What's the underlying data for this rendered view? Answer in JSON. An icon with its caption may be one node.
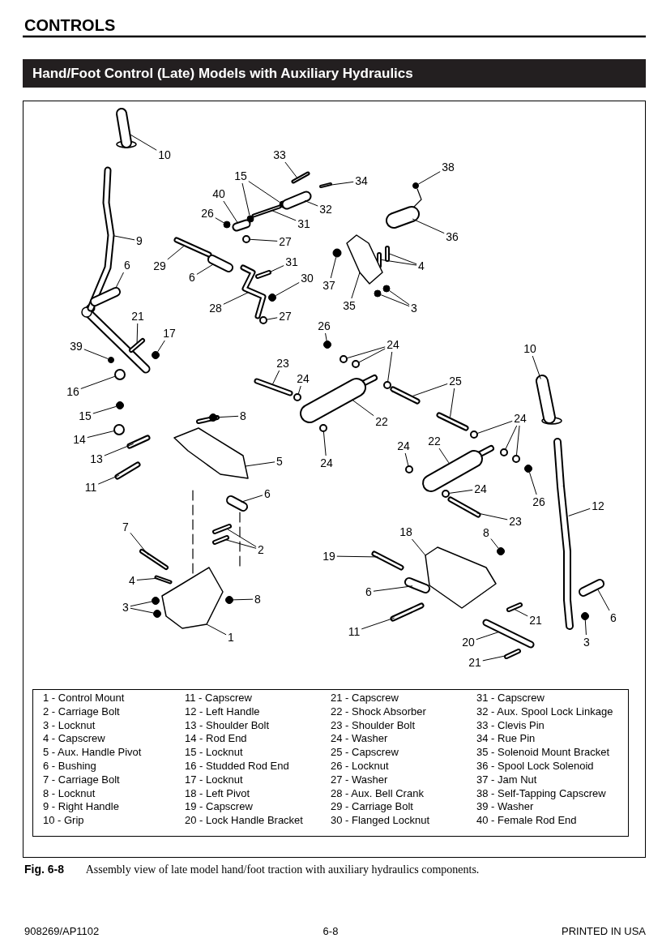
{
  "diagram": {
    "title": "Hand/Foot Control (Late) Models with Auxiliary Hydraulics",
    "caption": "**Fig. 6-8** Assembly view of late model hand/foot traction with auxiliary hydraulics components.",
    "nodes": [
      {
        "text": [
          "10"
        ]
      },
      {
        "text": [
          "33"
        ]
      },
      {
        "text": [
          "38"
        ]
      },
      {
        "text": [
          "15"
        ]
      },
      {
        "text": [
          "34"
        ]
      },
      {
        "text": [
          "40"
        ]
      },
      {
        "text": [
          "32"
        ]
      },
      {
        "text": [
          "26"
        ]
      },
      {
        "text": [
          "31"
        ]
      },
      {
        "text": [
          "36"
        ]
      },
      {
        "text": [
          "9"
        ]
      },
      {
        "text": [
          "27"
        ]
      },
      {
        "text": [
          "29"
        ]
      },
      {
        "text": [
          "6"
        ]
      },
      {
        "text": [
          "4"
        ]
      },
      {
        "text": [
          "31"
        ]
      },
      {
        "text": [
          "6"
        ]
      },
      {
        "text": [
          "30"
        ]
      },
      {
        "text": [
          "37"
        ]
      },
      {
        "text": [
          "35"
        ]
      },
      {
        "text": [
          "3"
        ]
      },
      {
        "text": [
          "28"
        ]
      },
      {
        "text": [
          "21"
        ]
      },
      {
        "text": [
          "27"
        ]
      },
      {
        "text": [
          "26"
        ]
      },
      {
        "text": [
          "17"
        ]
      },
      {
        "text": [
          "39"
        ]
      },
      {
        "text": [
          "24"
        ]
      },
      {
        "text": [
          "10"
        ]
      },
      {
        "text": [
          "23"
        ]
      },
      {
        "text": [
          "24"
        ]
      },
      {
        "text": [
          "25"
        ]
      },
      {
        "text": [
          "16"
        ]
      },
      {
        "text": [
          "15"
        ]
      },
      {
        "text": [
          "8"
        ]
      },
      {
        "text": [
          "24"
        ]
      },
      {
        "text": [
          "22"
        ]
      },
      {
        "text": [
          "14"
        ]
      },
      {
        "text": [
          "22"
        ]
      },
      {
        "text": [
          "24"
        ]
      },
      {
        "text": [
          "13"
        ]
      },
      {
        "text": [
          "5"
        ]
      },
      {
        "text": [
          "24"
        ]
      },
      {
        "text": [
          "11"
        ]
      },
      {
        "text": [
          "24"
        ]
      },
      {
        "text": [
          "6"
        ]
      },
      {
        "text": [
          "26"
        ]
      },
      {
        "text": [
          "12"
        ]
      },
      {
        "text": [
          "23"
        ]
      },
      {
        "text": [
          "7"
        ]
      },
      {
        "text": [
          "18"
        ]
      },
      {
        "text": [
          "8"
        ]
      },
      {
        "text": [
          "2"
        ]
      },
      {
        "text": [
          "19"
        ]
      },
      {
        "text": [
          "4"
        ]
      },
      {
        "text": [
          "6"
        ]
      },
      {
        "text": [
          "3"
        ]
      },
      {
        "text": [
          "8"
        ]
      },
      {
        "text": [
          "6"
        ]
      },
      {
        "text": [
          "21"
        ]
      },
      {
        "text": [
          "11"
        ]
      },
      {
        "text": [
          "1"
        ]
      },
      {
        "text": [
          "20"
        ]
      },
      {
        "text": [
          "3"
        ]
      },
      {
        "text": [
          "21"
        ]
      },
      {
        "text": [],
        "shape": "cylinder"
      },
      {
        "text": [],
        "shape": "bar"
      },
      {
        "text": [],
        "shape": "circle"
      },
      {
        "text": [],
        "shape": "circle"
      },
      {
        "text": [],
        "shape": "circle"
      },
      {
        "text": [],
        "shape": "bar"
      },
      {
        "text": [],
        "shape": "cylinder"
      },
      {
        "text": [],
        "shape": "cylinder"
      },
      {
        "text": [],
        "shape": "circle"
      },
      {
        "text": [],
        "shape": "bar"
      },
      {
        "text": [],
        "shape": "cylinder"
      },
      {
        "text": [],
        "shape": "bar"
      },
      {
        "text": [],
        "shape": "circle"
      },
      {
        "text": [],
        "shape": "bar"
      },
      {
        "text": [],
        "shape": "cylinder"
      },
      {
        "text": [],
        "shape": "bar"
      },
      {
        "text": [],
        "shape": "bar"
      },
      {
        "text": [],
        "shape": "bar"
      },
      {
        "text": [],
        "shape": "cylinder"
      },
      {
        "text": [],
        "shape": "circle"
      },
      {
        "text": [],
        "shape": "circle"
      },
      {
        "text": [],
        "shape": "plate"
      },
      {
        "text": [],
        "shape": "circle"
      },
      {
        "text": [],
        "shape": "circle"
      },
      {
        "text": [],
        "shape": "bar"
      },
      {
        "text": [],
        "shape": "bar"
      },
      {
        "text": [],
        "shape": "circle"
      },
      {
        "text": [],
        "shape": "circle"
      },
      {
        "text": [],
        "shape": "circle"
      },
      {
        "text": [],
        "shape": "circle"
      },
      {
        "text": [],
        "shape": "circle"
      },
      {
        "text": [],
        "shape": "circle"
      },
      {
        "text": [],
        "shape": "circle"
      },
      {
        "text": [],
        "shape": "cylinder"
      },
      {
        "text": [],
        "shape": "bar"
      },
      {
        "text": [],
        "shape": "circle"
      },
      {
        "text": [],
        "shape": "bar"
      },
      {
        "text": [],
        "shape": "bar"
      },
      {
        "text": [],
        "shape": "circle"
      },
      {
        "text": [],
        "shape": "circle"
      },
      {
        "text": [],
        "shape": "circle"
      },
      {
        "text": [],
        "shape": "circle"
      },
      {
        "text": [],
        "shape": "circle"
      },
      {
        "text": [],
        "shape": "circle"
      },
      {
        "text": [],
        "shape": "cylinder"
      },
      {
        "text": [],
        "shape": "circle"
      },
      {
        "text": [],
        "shape": "cylinder"
      },
      {
        "text": [],
        "shape": "circle"
      },
      {
        "text": [],
        "shape": "bar"
      },
      {
        "text": [],
        "shape": "plate"
      },
      {
        "text": [],
        "shape": "circle"
      },
      {
        "text": [],
        "shape": "bar"
      },
      {
        "text": [],
        "shape": "circle"
      },
      {
        "text": [],
        "shape": "cylinder"
      },
      {
        "text": [],
        "shape": "circle"
      },
      {
        "text": [],
        "shape": "bar"
      },
      {
        "text": [],
        "shape": "bar"
      },
      {
        "text": [],
        "shape": "bar"
      },
      {
        "text": [],
        "shape": "plate"
      },
      {
        "text": [],
        "shape": "circle"
      },
      {
        "text": [],
        "shape": "bar"
      },
      {
        "text": [],
        "shape": "bar"
      },
      {
        "text": [],
        "shape": "bar"
      },
      {
        "text": [],
        "shape": "bar"
      },
      {
        "text": [],
        "shape": "cylinder"
      },
      {
        "text": [],
        "shape": "circle"
      },
      {
        "text": [],
        "shape": "circle"
      },
      {
        "text": [],
        "shape": "circle"
      },
      {
        "text": [],
        "shape": "cylinder"
      },
      {
        "text": [],
        "shape": "bar"
      },
      {
        "text": [],
        "shape": "bar"
      },
      {
        "text": [],
        "shape": "plate"
      },
      {
        "text": [],
        "shape": "bar"
      },
      {
        "text": [],
        "shape": "circle"
      },
      {
        "text": [],
        "shape": "bar"
      }
    ],
    "edges": [
      {
        "from": 0,
        "to": 65,
        "arrow": "none"
      },
      {
        "from": 1,
        "to": 66,
        "arrow": "none"
      },
      {
        "from": 2,
        "to": 67,
        "arrow": "none"
      },
      {
        "from": 3,
        "to": 68,
        "arrow": "none"
      },
      {
        "from": 3,
        "to": 69,
        "arrow": "none"
      },
      {
        "from": 4,
        "to": 70,
        "arrow": "none"
      },
      {
        "from": 5,
        "to": 71,
        "arrow": "none"
      },
      {
        "from": 6,
        "to": 72,
        "arrow": "none"
      },
      {
        "from": 7,
        "to": 73,
        "arrow": "none"
      },
      {
        "from": 8,
        "to": 74,
        "arrow": "none"
      },
      {
        "from": 9,
        "to": 75,
        "arrow": "none"
      },
      {
        "from": 10,
        "to": 76,
        "arrow": "none"
      },
      {
        "from": 11,
        "to": 77,
        "arrow": "none"
      },
      {
        "from": 12,
        "to": 78,
        "arrow": "none"
      },
      {
        "from": 13,
        "to": 79,
        "arrow": "none"
      },
      {
        "from": 14,
        "to": 80,
        "arrow": "none"
      },
      {
        "from": 14,
        "to": 81,
        "arrow": "none"
      },
      {
        "from": 15,
        "to": 82,
        "arrow": "none"
      },
      {
        "from": 16,
        "to": 83,
        "arrow": "none"
      },
      {
        "from": 17,
        "to": 84,
        "arrow": "none"
      },
      {
        "from": 18,
        "to": 85,
        "arrow": "none"
      },
      {
        "from": 19,
        "to": 86,
        "arrow": "none"
      },
      {
        "from": 20,
        "to": 87,
        "arrow": "none"
      },
      {
        "from": 20,
        "to": 88,
        "arrow": "none"
      },
      {
        "from": 21,
        "to": 89,
        "arrow": "none"
      },
      {
        "from": 22,
        "to": 90,
        "arrow": "none"
      },
      {
        "from": 23,
        "to": 91,
        "arrow": "none"
      },
      {
        "from": 24,
        "to": 92,
        "arrow": "none"
      },
      {
        "from": 25,
        "to": 93,
        "arrow": "none"
      },
      {
        "from": 26,
        "to": 94,
        "arrow": "none"
      },
      {
        "from": 27,
        "to": 95,
        "arrow": "none"
      },
      {
        "from": 27,
        "to": 96,
        "arrow": "none"
      },
      {
        "from": 27,
        "to": 97,
        "arrow": "none"
      },
      {
        "from": 28,
        "to": 98,
        "arrow": "none"
      },
      {
        "from": 29,
        "to": 99,
        "arrow": "none"
      },
      {
        "from": 30,
        "to": 100,
        "arrow": "none"
      },
      {
        "from": 31,
        "to": 101,
        "arrow": "none"
      },
      {
        "from": 31,
        "to": 102,
        "arrow": "none"
      },
      {
        "from": 32,
        "to": 103,
        "arrow": "none"
      },
      {
        "from": 33,
        "to": 104,
        "arrow": "none"
      },
      {
        "from": 34,
        "to": 105,
        "arrow": "none"
      },
      {
        "from": 35,
        "to": 106,
        "arrow": "none"
      },
      {
        "from": 35,
        "to": 107,
        "arrow": "none"
      },
      {
        "from": 35,
        "to": 108,
        "arrow": "none"
      },
      {
        "from": 36,
        "to": 109,
        "arrow": "none"
      },
      {
        "from": 37,
        "to": 110,
        "arrow": "none"
      },
      {
        "from": 38,
        "to": 111,
        "arrow": "none"
      },
      {
        "from": 39,
        "to": 112,
        "arrow": "none"
      },
      {
        "from": 40,
        "to": 113,
        "arrow": "none"
      },
      {
        "from": 41,
        "to": 114,
        "arrow": "none"
      },
      {
        "from": 42,
        "to": 115,
        "arrow": "none"
      },
      {
        "from": 43,
        "to": 116,
        "arrow": "none"
      },
      {
        "from": 44,
        "to": 117,
        "arrow": "none"
      },
      {
        "from": 45,
        "to": 118,
        "arrow": "none"
      },
      {
        "from": 46,
        "to": 119,
        "arrow": "none"
      },
      {
        "from": 47,
        "to": 120,
        "arrow": "none"
      },
      {
        "from": 48,
        "to": 121,
        "arrow": "none"
      },
      {
        "from": 49,
        "to": 122,
        "arrow": "none"
      },
      {
        "from": 50,
        "to": 123,
        "arrow": "none"
      },
      {
        "from": 51,
        "to": 124,
        "arrow": "none"
      },
      {
        "from": 52,
        "to": 125,
        "arrow": "none"
      },
      {
        "from": 52,
        "to": 126,
        "arrow": "none"
      },
      {
        "from": 53,
        "to": 127,
        "arrow": "none"
      },
      {
        "from": 54,
        "to": 128,
        "arrow": "none"
      },
      {
        "from": 55,
        "to": 129,
        "arrow": "none"
      },
      {
        "from": 56,
        "to": 130,
        "arrow": "none"
      },
      {
        "from": 56,
        "to": 131,
        "arrow": "none"
      },
      {
        "from": 57,
        "to": 132,
        "arrow": "none"
      },
      {
        "from": 58,
        "to": 133,
        "arrow": "none"
      },
      {
        "from": 59,
        "to": 134,
        "arrow": "none"
      },
      {
        "from": 60,
        "to": 135,
        "arrow": "none"
      },
      {
        "from": 61,
        "to": 136,
        "arrow": "none"
      },
      {
        "from": 62,
        "to": 137,
        "arrow": "none"
      },
      {
        "from": 63,
        "to": 138,
        "arrow": "none"
      },
      {
        "from": 64,
        "to": 139,
        "arrow": "none"
      }
    ],
    "labels": [
      "CONTROLS",
      "1 - Control Mount",
      "11 - Capscrew",
      "21 - Capscrew",
      "31 - Capscrew",
      "2 - Carriage Bolt",
      "12 - Left Handle",
      "22 - Shock Absorber",
      "32 - Aux. Spool Lock Linkage",
      "3 - Locknut",
      "13 - Shoulder Bolt",
      "23 - Shoulder Bolt",
      "33 - Clevis Pin",
      "4 - Capscrew",
      "14 - Rod End",
      "24 - Washer",
      "34 - Rue Pin",
      "5 - Aux. Handle Pivot",
      "15 - Locknut",
      "25 - Capscrew",
      "35 - Solenoid Mount Bracket",
      "6 - Bushing",
      "16 - Studded Rod End",
      "26 - Locknut",
      "36 - Spool Lock Solenoid",
      "7 - Carriage Bolt",
      "17 - Locknut",
      "27 - Washer",
      "37 - Jam Nut",
      "8 - Locknut",
      "18 - Left Pivot",
      "28 - Aux. Bell Crank",
      "38 - Self-Tapping Capscrew",
      "9 - Right Handle",
      "19 - Capscrew",
      "29 - Carriage Bolt",
      "39 - Washer",
      "10 - Grip",
      "20 - Lock Handle Bracket",
      "30 - Flanged Locknut",
      "40 - Female Rod End",
      "908269/AP1102",
      "6-8",
      "PRINTED IN USA"
    ]
  }
}
